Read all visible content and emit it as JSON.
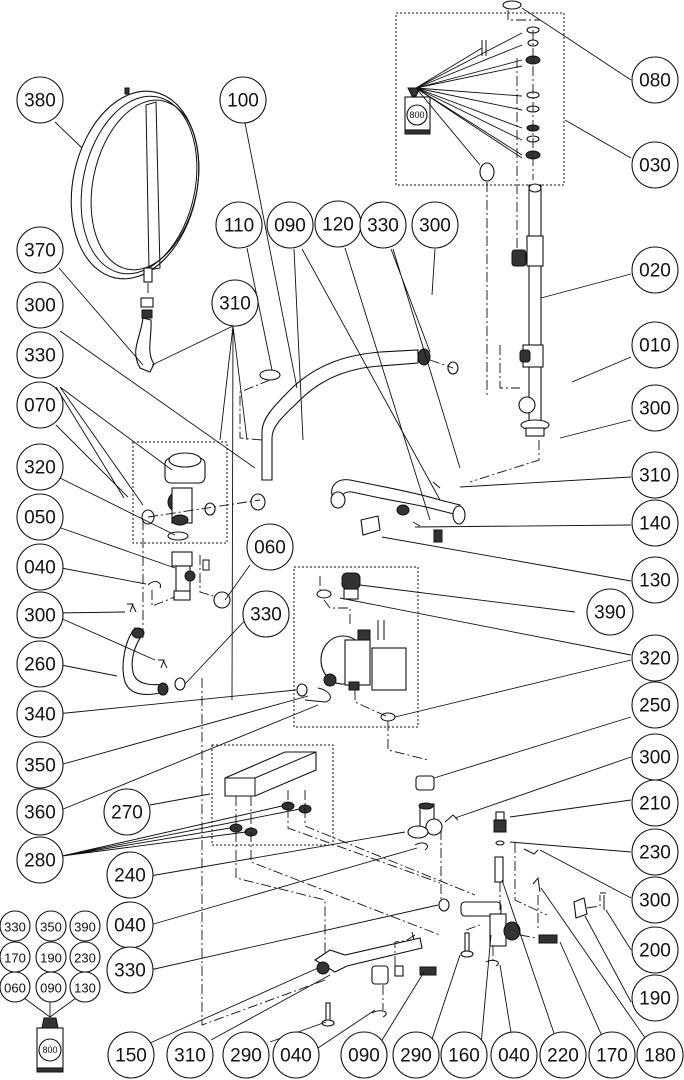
{
  "title": "Exploded parts diagram - hydraulic assembly",
  "callouts": [
    {
      "id": "c380",
      "label": "380"
    },
    {
      "id": "c100",
      "label": "100"
    },
    {
      "id": "c080",
      "label": "080"
    },
    {
      "id": "c030",
      "label": "030"
    },
    {
      "id": "c110",
      "label": "110"
    },
    {
      "id": "c090a",
      "label": "090"
    },
    {
      "id": "c120",
      "label": "120"
    },
    {
      "id": "c330a",
      "label": "330"
    },
    {
      "id": "c300a",
      "label": "300"
    },
    {
      "id": "c370",
      "label": "370"
    },
    {
      "id": "c020",
      "label": "020"
    },
    {
      "id": "c310a",
      "label": "310"
    },
    {
      "id": "c300b",
      "label": "300"
    },
    {
      "id": "c330b",
      "label": "330"
    },
    {
      "id": "c010",
      "label": "010"
    },
    {
      "id": "c070",
      "label": "070"
    },
    {
      "id": "c300c",
      "label": "300"
    },
    {
      "id": "c320a",
      "label": "320"
    },
    {
      "id": "c310b",
      "label": "310"
    },
    {
      "id": "c050",
      "label": "050"
    },
    {
      "id": "c140",
      "label": "140"
    },
    {
      "id": "c060",
      "label": "060"
    },
    {
      "id": "c040a",
      "label": "040"
    },
    {
      "id": "c130",
      "label": "130"
    },
    {
      "id": "c300d",
      "label": "300"
    },
    {
      "id": "c390",
      "label": "390"
    },
    {
      "id": "c330c",
      "label": "330"
    },
    {
      "id": "c320b",
      "label": "320"
    },
    {
      "id": "c260",
      "label": "260"
    },
    {
      "id": "c340",
      "label": "340"
    },
    {
      "id": "c250",
      "label": "250"
    },
    {
      "id": "c350",
      "label": "350"
    },
    {
      "id": "c300e",
      "label": "300"
    },
    {
      "id": "c360",
      "label": "360"
    },
    {
      "id": "c270",
      "label": "270"
    },
    {
      "id": "c210",
      "label": "210"
    },
    {
      "id": "c280",
      "label": "280"
    },
    {
      "id": "c230",
      "label": "230"
    },
    {
      "id": "c240",
      "label": "240"
    },
    {
      "id": "c300f",
      "label": "300"
    },
    {
      "id": "c040b",
      "label": "040"
    },
    {
      "id": "c200",
      "label": "200"
    },
    {
      "id": "c330d",
      "label": "330"
    },
    {
      "id": "c190",
      "label": "190"
    },
    {
      "id": "c150",
      "label": "150"
    },
    {
      "id": "c310c",
      "label": "310"
    },
    {
      "id": "c290a",
      "label": "290"
    },
    {
      "id": "c040c",
      "label": "040"
    },
    {
      "id": "c090b",
      "label": "090"
    },
    {
      "id": "c290b",
      "label": "290"
    },
    {
      "id": "c160",
      "label": "160"
    },
    {
      "id": "c040d",
      "label": "040"
    },
    {
      "id": "c220",
      "label": "220"
    },
    {
      "id": "c170",
      "label": "170"
    },
    {
      "id": "c180",
      "label": "180"
    }
  ],
  "lubricant_legend": {
    "product_label": "800",
    "parts": [
      "330",
      "350",
      "390",
      "170",
      "190",
      "230",
      "060",
      "090",
      "130"
    ]
  },
  "lubricant_top": {
    "product_label": "800"
  }
}
